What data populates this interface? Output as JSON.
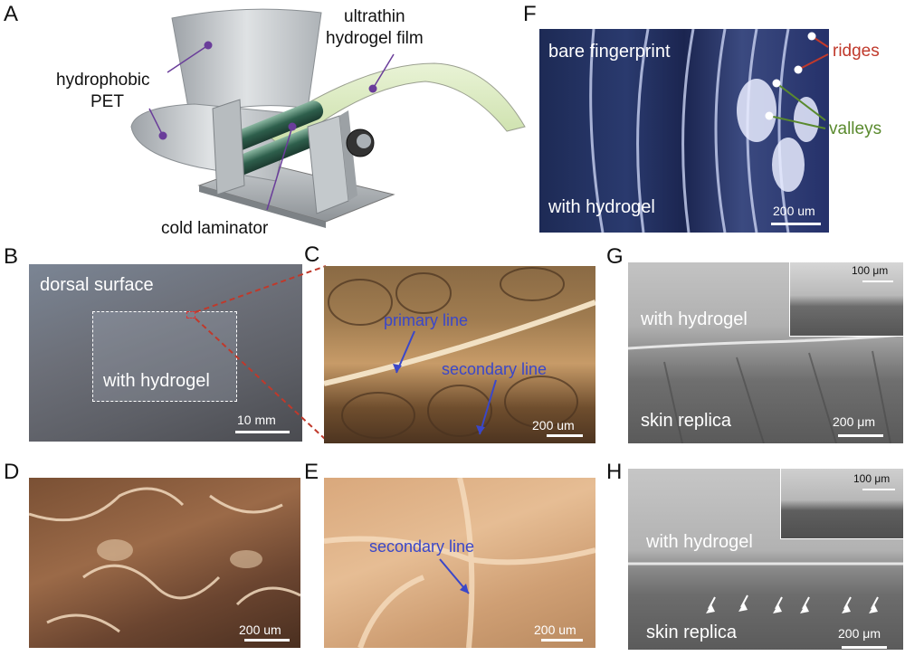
{
  "panels": {
    "A": {
      "label": "A",
      "hydrophobic_pet_line1": "hydrophobic",
      "hydrophobic_pet_line2": "PET",
      "film_line1": "ultrathin",
      "film_line2": "hydrogel film",
      "laminator": "cold laminator"
    },
    "B": {
      "label": "B",
      "dorsal": "dorsal surface",
      "with_hydrogel": "with hydrogel",
      "scale": "10 mm"
    },
    "C": {
      "label": "C",
      "primary": "primary line",
      "secondary": "secondary line",
      "scale": "200 um"
    },
    "D": {
      "label": "D",
      "scale": "200 um"
    },
    "E": {
      "label": "E",
      "secondary": "secondary line",
      "scale": "200 um"
    },
    "F": {
      "label": "F",
      "bare": "bare fingerprint",
      "with_hydrogel": "with hydrogel",
      "scale": "200 um",
      "ridges": "ridges",
      "valleys": "valleys"
    },
    "G": {
      "label": "G",
      "with_hydrogel": "with hydrogel",
      "skin_replica": "skin replica",
      "scale": "200 μm",
      "inset_scale": "100 μm"
    },
    "H": {
      "label": "H",
      "with_hydrogel": "with hydrogel",
      "skin_replica": "skin replica",
      "scale": "200 μm",
      "inset_scale": "100 μm"
    }
  },
  "colors": {
    "ridges": "#c0392b",
    "valleys": "#5a8a2e",
    "annotation_blue": "#3a47c9",
    "pointer_purple": "#6a3d9a",
    "box_red": "#c0392b"
  }
}
